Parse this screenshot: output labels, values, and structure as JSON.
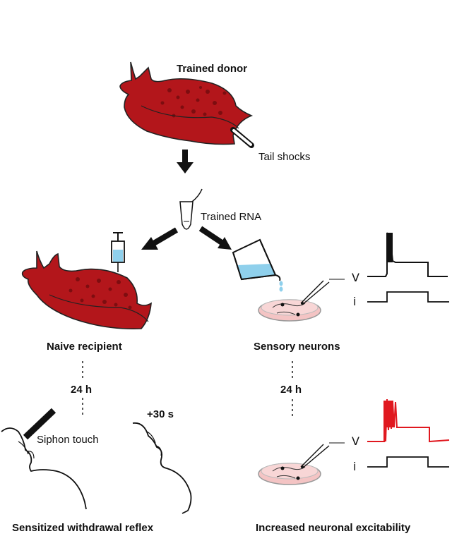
{
  "labels": {
    "trained_donor": "Trained donor",
    "tail_shocks": "Tail shocks",
    "trained_rna": "Trained RNA",
    "naive_recipient": "Naive recipient",
    "sensory_neurons": "Sensory neurons",
    "delay_left": "24 h",
    "delay_right": "24 h",
    "plus_30s": "+30 s",
    "siphon_touch": "Siphon touch",
    "sensitized_reflex": "Sensitized withdrawal reflex",
    "increased_excitability": "Increased neuronal excitability",
    "v_top": "V",
    "i_top": "i",
    "v_bottom": "V",
    "i_bottom": "i"
  },
  "colors": {
    "aplysia_body": "#b3161b",
    "aplysia_spots": "#7d0d10",
    "trace_naive": "#111111",
    "trace_excited": "#e0181f",
    "dish_fill": "#f4c4c4",
    "syringe_fluid": "#8fd0ec",
    "beaker_fluid": "#8fd0ec"
  }
}
